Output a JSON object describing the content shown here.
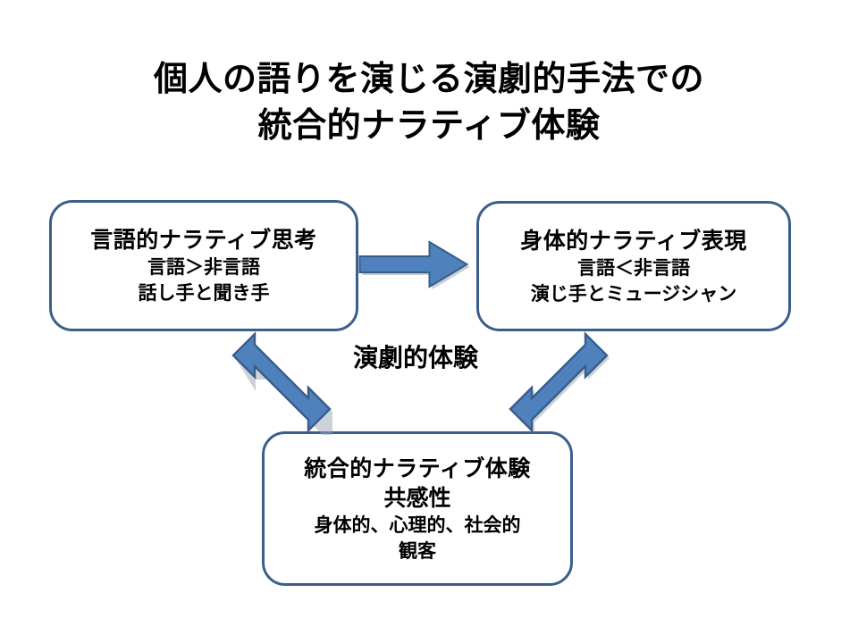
{
  "slide": {
    "background_color": "#ffffff",
    "title": "個人の語りを演じる演劇的手法での\n統合的ナラティブ体験",
    "center_caption": "演劇的体験"
  },
  "theme": {
    "arrow_fill": "#4f81bd",
    "arrow_stroke": "#385d8a",
    "box_border": "#3a5f8a",
    "box_fill": "#ffffff",
    "text_color": "#000000"
  },
  "nodes": [
    {
      "id": "verbal",
      "title": "言語的ナラティブ思考",
      "lines": [
        "言語＞非言語",
        "話し手と聞き手"
      ]
    },
    {
      "id": "bodily",
      "title": "身体的ナラティブ表現",
      "lines": [
        "言語＜非言語",
        "演じ手とミュージシャン"
      ]
    },
    {
      "id": "integrated",
      "title": "統合的ナラティブ体験",
      "lines": [
        "共感性",
        "身体的、心理的、社会的",
        "観客"
      ]
    }
  ],
  "arrows": [
    {
      "id": "verbal-to-bodily",
      "direction": "right",
      "heads": "single",
      "from": "verbal",
      "to": "bodily"
    },
    {
      "id": "verbal-integrated-link",
      "direction": "diagonal-down-right",
      "heads": "double",
      "from": "verbal",
      "to": "integrated"
    },
    {
      "id": "bodily-integrated-link",
      "direction": "diagonal-down-left",
      "heads": "double",
      "from": "bodily",
      "to": "integrated"
    }
  ]
}
